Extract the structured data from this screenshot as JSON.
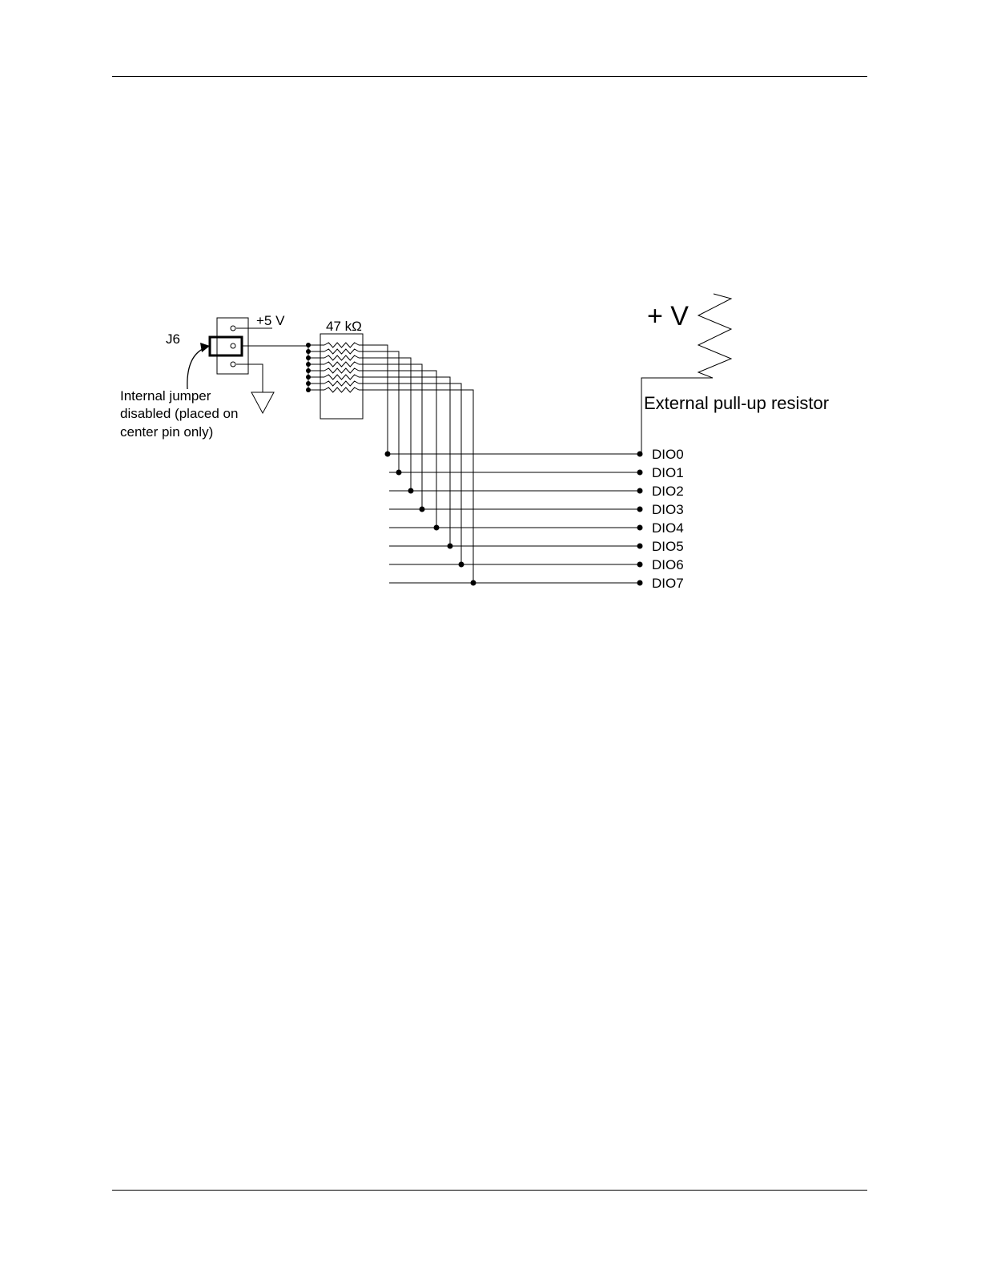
{
  "labels": {
    "j6": "J6",
    "plus5v": "+5 V",
    "resistor_value": "47 kΩ",
    "plus_v": "+ V",
    "external_pullup": "External pull-up resistor",
    "jumper_note": [
      "Internal jumper",
      "disabled (placed on",
      "center pin only)"
    ]
  },
  "dio_lines": [
    "DIO0",
    "DIO1",
    "DIO2",
    "DIO3",
    "DIO4",
    "DIO5",
    "DIO6",
    "DIO7"
  ]
}
